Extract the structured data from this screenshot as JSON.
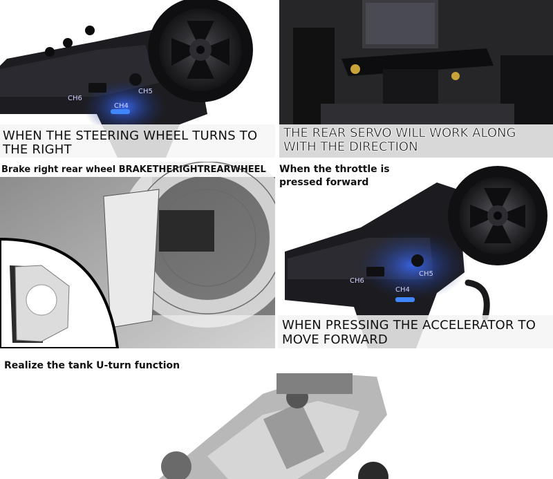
{
  "panels": {
    "steering": {
      "ch6": "CH6",
      "ch5": "CH5",
      "ch4": "CH4",
      "caption_line1": "WHEN THE STEERING WHEEL TURNS TO",
      "caption_line2": "THE RIGHT"
    },
    "servo": {
      "caption_line1": "THE REAR SERVO WILL WORK ALONG",
      "caption_line2": "WITH THE DIRECTION"
    },
    "brake": {
      "heading": "Brake right rear wheel BRAKETHERIGHTREARWHEEL"
    },
    "throttle": {
      "heading_line1": "When the throttle is",
      "heading_line2": "pressed forward",
      "ch6": "CH6",
      "ch5": "CH5",
      "ch4": "CH4",
      "caption_line1": "WHEN PRESSING THE ACCELERATOR TO",
      "caption_line2": "MOVE FORWARD"
    },
    "uturn": {
      "heading": "Realize the tank U-turn function"
    }
  },
  "colors": {
    "led_blue": "#2f7bff",
    "body_dark": "#1b1b1e",
    "background": "#ffffff"
  }
}
